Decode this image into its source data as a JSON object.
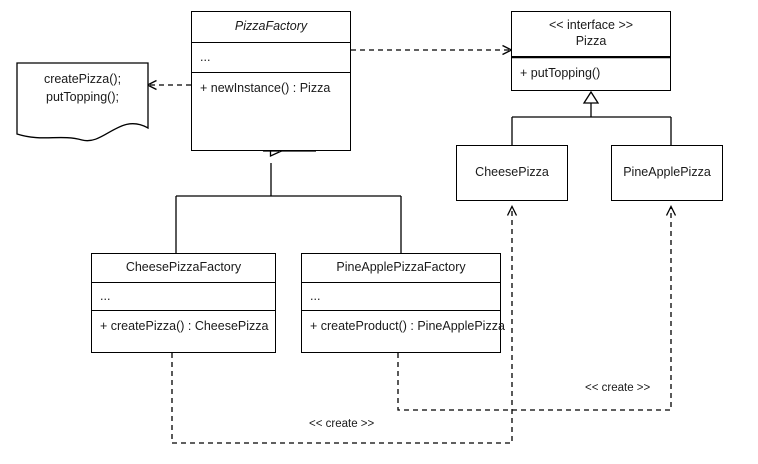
{
  "diagram": {
    "title": "Factory Method pattern UML class diagram",
    "background_color": "#ffffff",
    "line_color": "#000000",
    "text_color": "#1a1a1a"
  },
  "note": {
    "text": "createPizza();\nputTopping();"
  },
  "classes": {
    "pizza_factory": {
      "name": "PizzaFactory",
      "attributes": "...",
      "operations": "+ newInstance() : Pizza"
    },
    "pizza": {
      "stereotype": "<< interface >>",
      "name": "Pizza",
      "operations": "+ putTopping()"
    },
    "cheese_pizza": {
      "name": "CheesePizza"
    },
    "pineapple_pizza": {
      "name": "PineApplePizza"
    },
    "cheese_pizza_factory": {
      "name": "CheesePizzaFactory",
      "attributes": "...",
      "operations": "+ createPizza() : CheesePizza"
    },
    "pineapple_pizza_factory": {
      "name": "PineApplePizzaFactory",
      "attributes": "...",
      "operations": "+ createProduct() : PineApplePizza"
    }
  },
  "edges": {
    "create_label_left": "<< create >>",
    "create_label_right": "<< create >>"
  }
}
